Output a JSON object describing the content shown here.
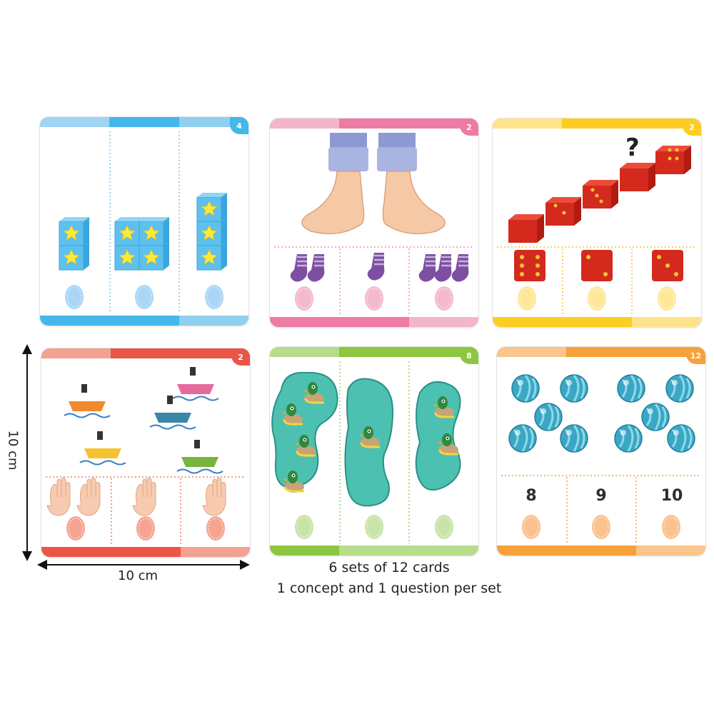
{
  "cards": [
    {
      "badge": "4",
      "colors": [
        "#9fd4f2",
        "#45b8e8",
        "#8fcff0"
      ]
    },
    {
      "badge": "2",
      "colors": [
        "#f4b5cc",
        "#ee7aa6",
        "#f4b5cc"
      ]
    },
    {
      "badge": "2",
      "colors": [
        "#ffe38a",
        "#fdcd22",
        "#ffe38a"
      ]
    },
    {
      "badge": "2",
      "colors": [
        "#f4a092",
        "#ea5548",
        "#f4a092"
      ]
    },
    {
      "badge": "8",
      "colors": [
        "#b6dc8c",
        "#8dc63f",
        "#b6dc8c"
      ]
    },
    {
      "badge": "12",
      "colors": [
        "#fbc58c",
        "#f7a13a",
        "#fbc58c"
      ]
    }
  ],
  "card6_numbers": [
    "8",
    "9",
    "10"
  ],
  "dimensions": {
    "height_label": "10 cm",
    "width_label": "10 cm"
  },
  "caption": {
    "line1": "6 sets of 12 cards",
    "line2": "1 concept and 1 question per set"
  },
  "icons": [
    "star-cube-icon",
    "foot-icon",
    "sock-icon",
    "die-icon",
    "question-mark-icon",
    "boat-icon",
    "hand-icon",
    "pond-icon",
    "duck-icon",
    "marble-icon",
    "egg-icon"
  ]
}
